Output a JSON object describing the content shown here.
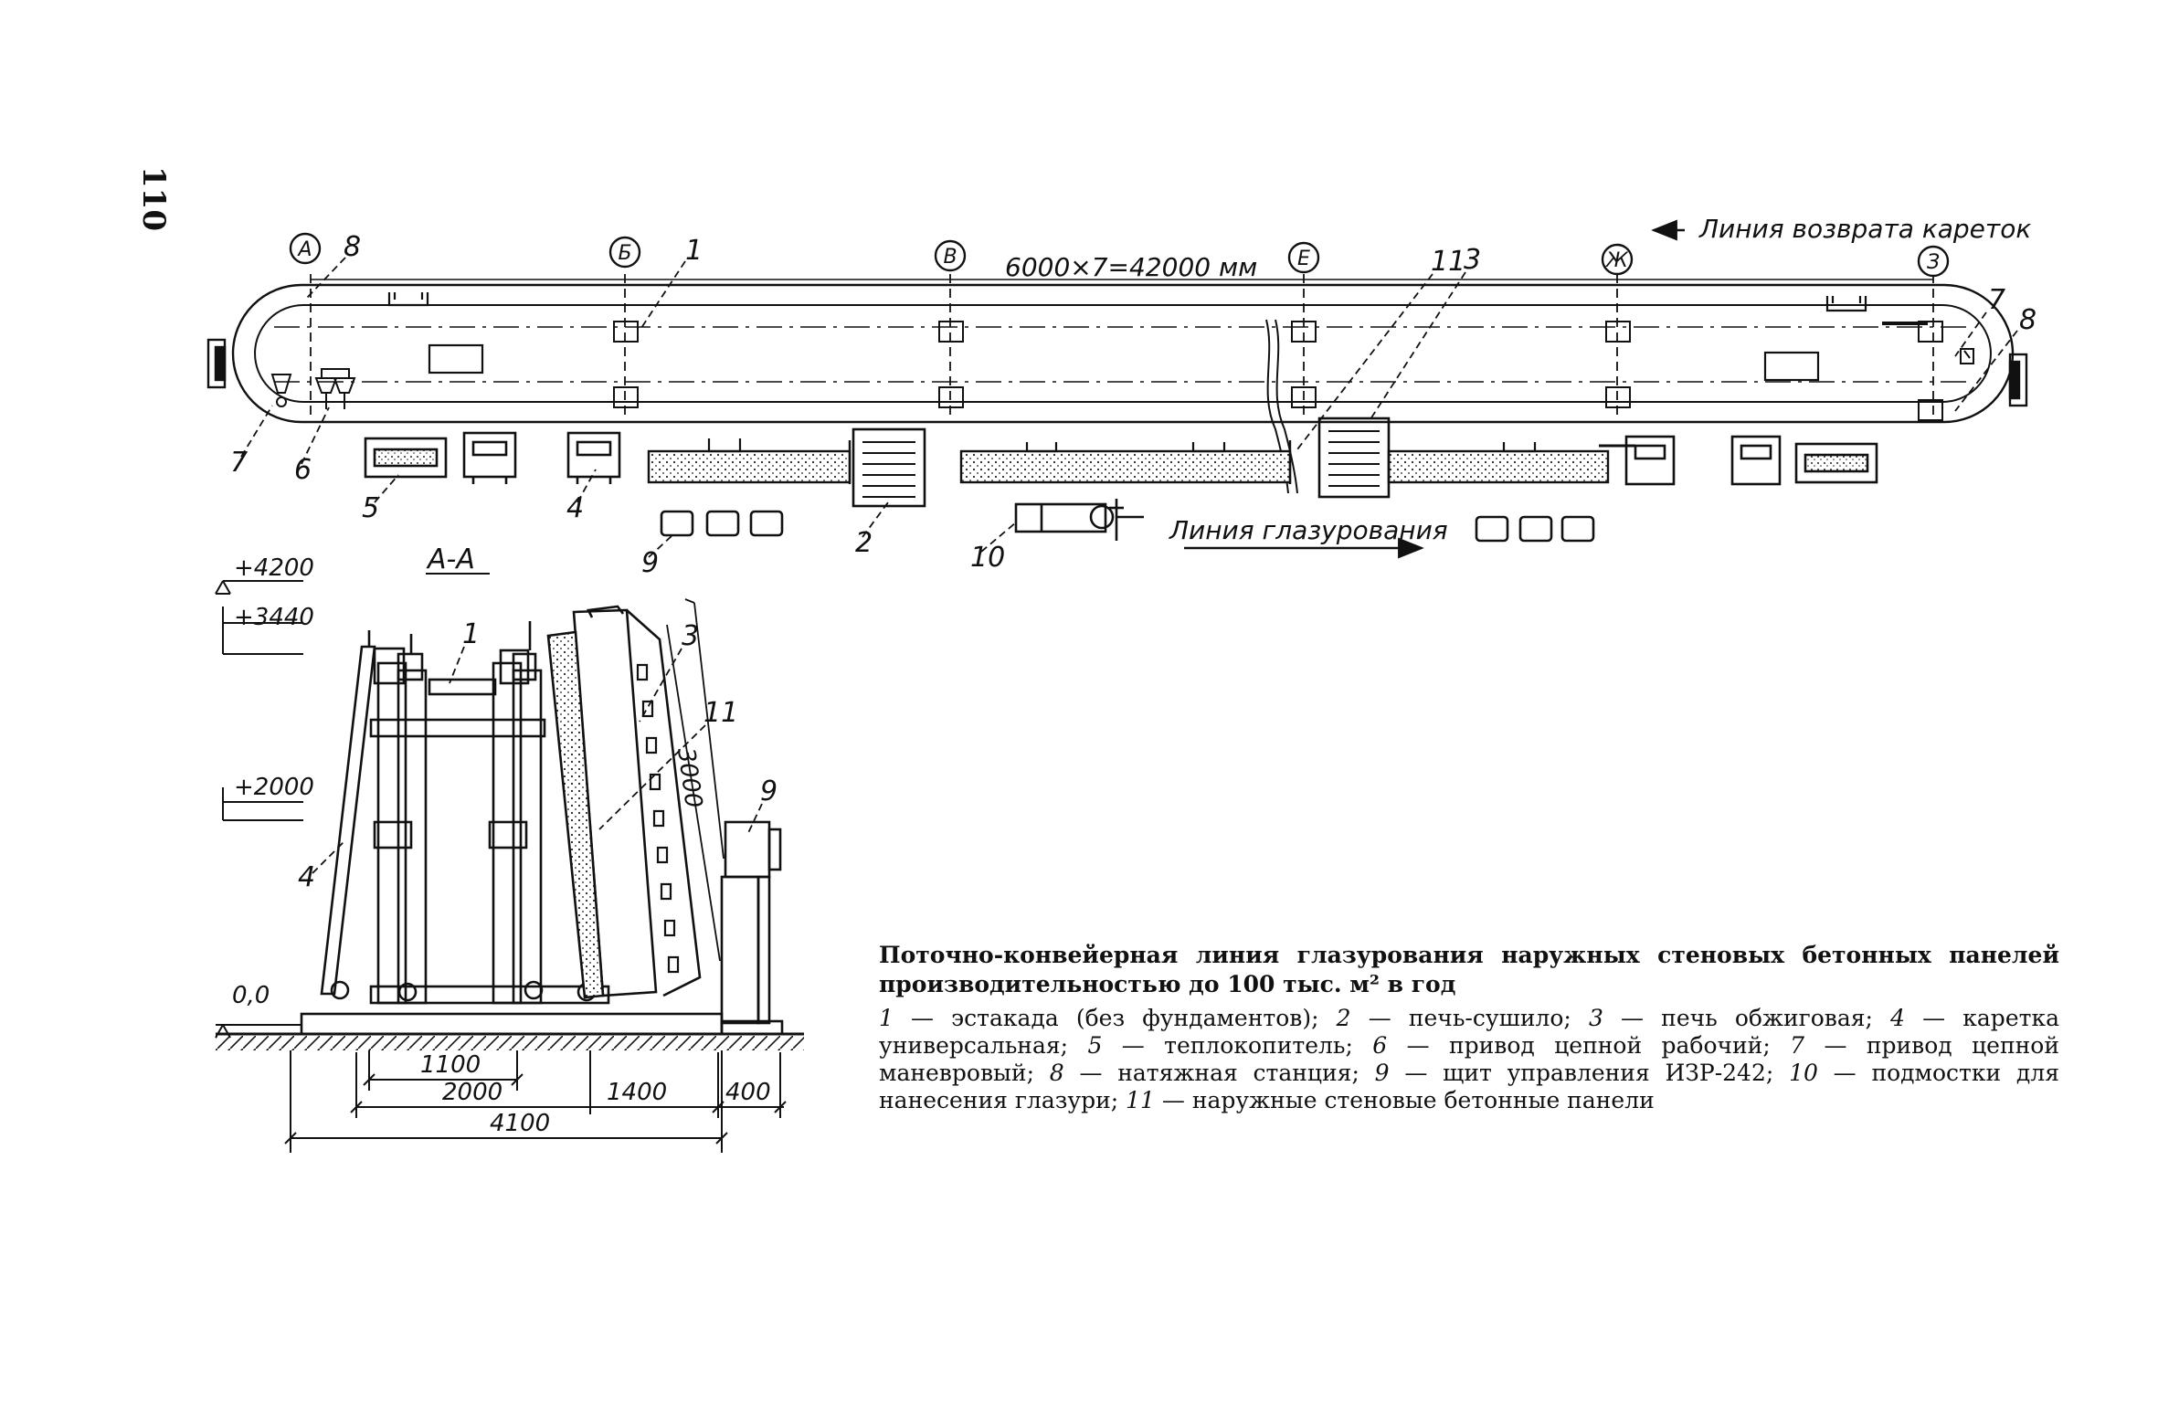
{
  "page": {
    "number": "110"
  },
  "plan": {
    "axes": [
      "А",
      "Б",
      "В",
      "Е",
      "Ж",
      "З"
    ],
    "span_dimension": "6000×7=42000 мм",
    "return_line_label": "Линия возврата кареток",
    "glazing_line_label": "Линия глазурования",
    "callouts": [
      "8",
      "1",
      "11",
      "3",
      "7",
      "8",
      "7",
      "6",
      "5",
      "4",
      "9",
      "2",
      "10"
    ]
  },
  "section": {
    "title": "А-А",
    "levels": [
      "+4200",
      "+3440",
      "+2000",
      "0,0"
    ],
    "dimensions": [
      "1100",
      "2000",
      "1400",
      "400",
      "4100",
      "3000"
    ],
    "callouts": [
      "1",
      "3",
      "11",
      "9",
      "4"
    ]
  },
  "caption": {
    "title": "Поточно-конвейерная линия глазурования наружных стеновых бетонных панелей производительностью до 100 тыс. м² в год",
    "legend": [
      {
        "num": "1",
        "text": "эстакада (без фундаментов)"
      },
      {
        "num": "2",
        "text": "печь-сушило"
      },
      {
        "num": "3",
        "text": "печь обжиговая"
      },
      {
        "num": "4",
        "text": "каретка универсальная"
      },
      {
        "num": "5",
        "text": "теплокопитель"
      },
      {
        "num": "6",
        "text": "привод цепной рабочий"
      },
      {
        "num": "7",
        "text": "привод цепной маневровый"
      },
      {
        "num": "8",
        "text": "натяжная станция"
      },
      {
        "num": "9",
        "text": "щит управления ИЗР-242"
      },
      {
        "num": "10",
        "text": "подмостки для нанесения глазури"
      },
      {
        "num": "11",
        "text": "наружные стеновые бетонные панели"
      }
    ]
  }
}
